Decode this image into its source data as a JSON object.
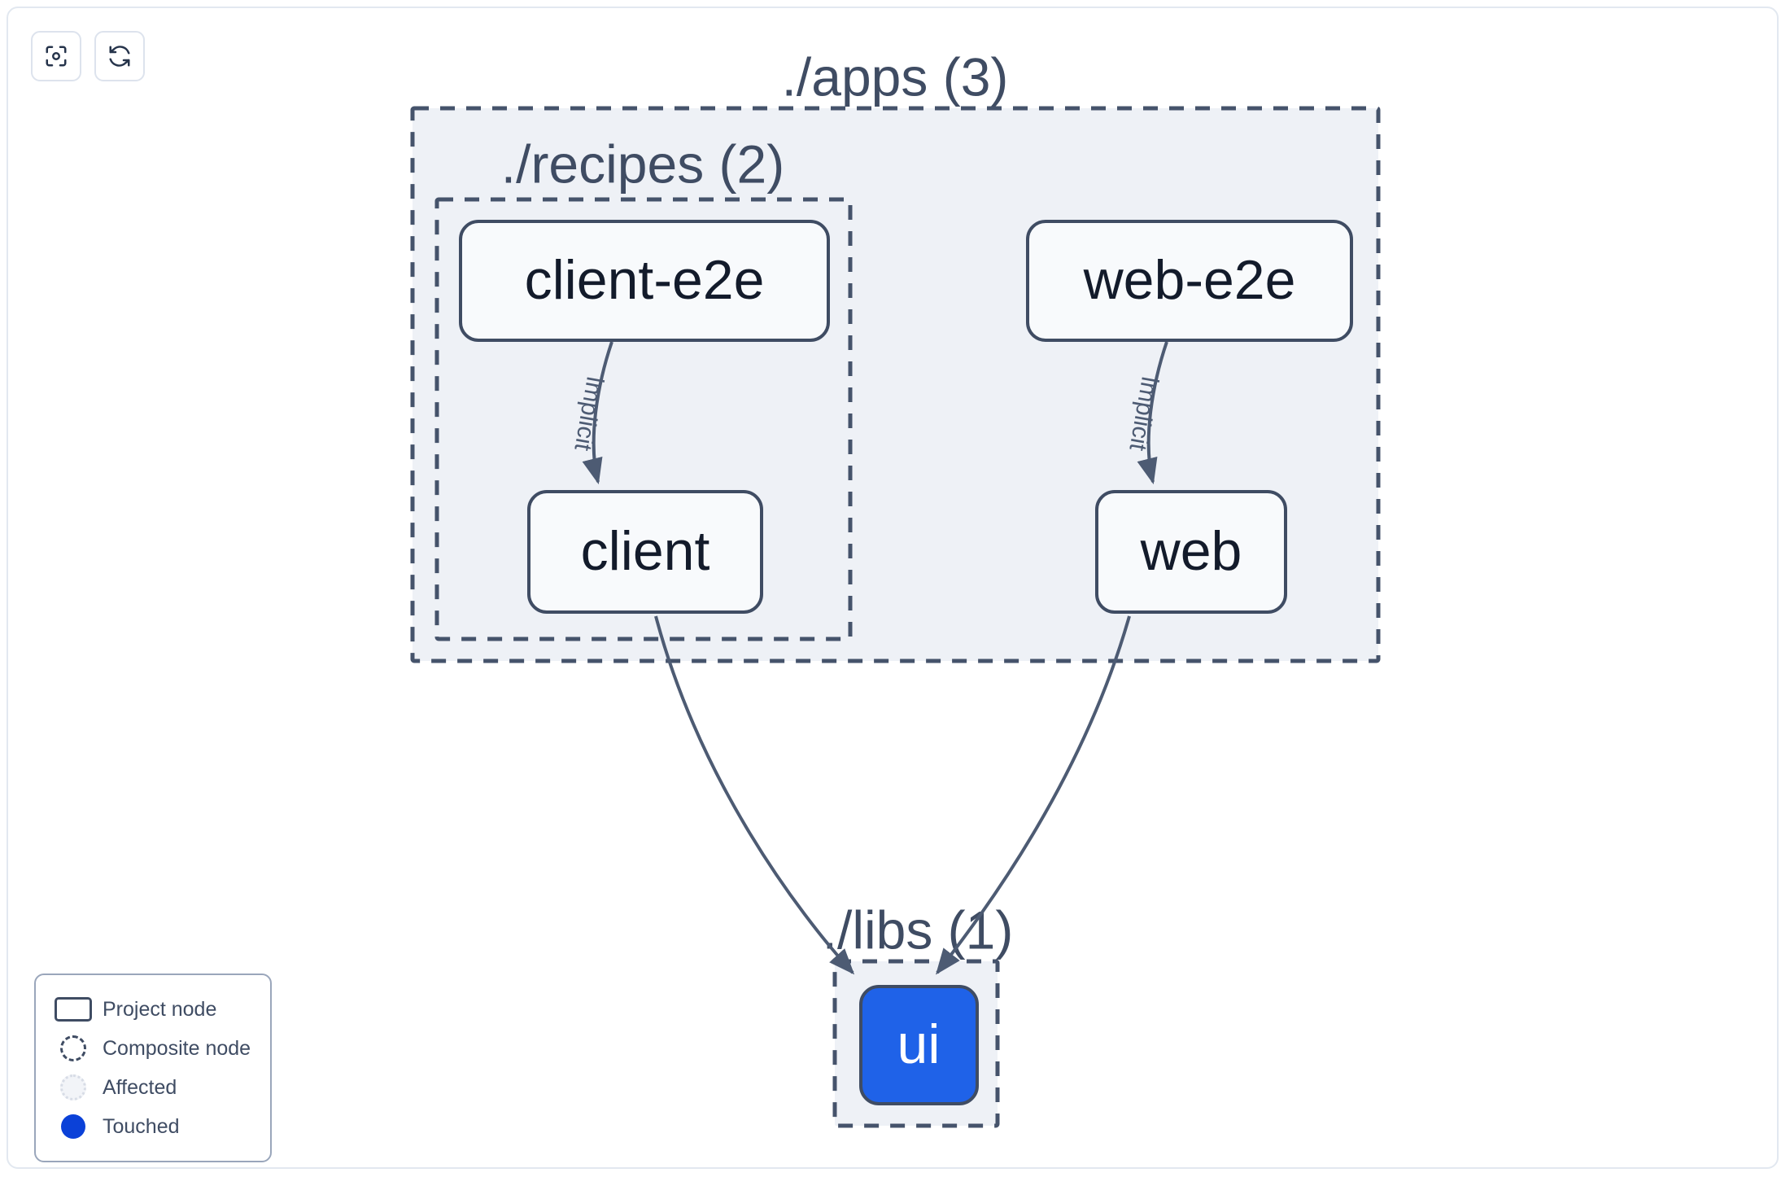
{
  "toolbar": {
    "buttons": [
      {
        "name": "focus-graph-button",
        "icon": "focus-icon",
        "label": "Focus graph"
      },
      {
        "name": "refresh-graph-button",
        "icon": "refresh-icon",
        "label": "Refresh graph"
      }
    ]
  },
  "graph": {
    "groups": [
      {
        "id": "apps",
        "label": "./apps (3)",
        "count": 3
      },
      {
        "id": "recipes",
        "label": "./recipes (2)",
        "count": 2
      },
      {
        "id": "libs",
        "label": "./libs (1)",
        "count": 1
      }
    ],
    "nodes": [
      {
        "id": "client-e2e",
        "label": "client-e2e",
        "group": "recipes",
        "state": "project"
      },
      {
        "id": "client",
        "label": "client",
        "group": "recipes",
        "state": "project"
      },
      {
        "id": "web-e2e",
        "label": "web-e2e",
        "group": "apps",
        "state": "project"
      },
      {
        "id": "web",
        "label": "web",
        "group": "apps",
        "state": "project"
      },
      {
        "id": "ui",
        "label": "ui",
        "group": "libs",
        "state": "touched"
      }
    ],
    "edges": [
      {
        "from": "client-e2e",
        "to": "client",
        "label": "implicit"
      },
      {
        "from": "web-e2e",
        "to": "web",
        "label": "implicit"
      },
      {
        "from": "client",
        "to": "ui",
        "label": ""
      },
      {
        "from": "web",
        "to": "ui",
        "label": ""
      }
    ]
  },
  "legend": {
    "items": [
      {
        "swatch": "project",
        "label": "Project node"
      },
      {
        "swatch": "composite",
        "label": "Composite node"
      },
      {
        "swatch": "affected",
        "label": "Affected"
      },
      {
        "swatch": "touched",
        "label": "Touched"
      }
    ]
  },
  "colors": {
    "group_fill": "#eef1f6",
    "group_stroke": "#45536b",
    "node_fill": "#f8fafc",
    "node_stroke": "#3f4c63",
    "touched_fill": "#1f62e8",
    "legend_touched": "#0b41d8",
    "edge_stroke": "#4d5b73",
    "canvas_bg": "#ffffff"
  }
}
